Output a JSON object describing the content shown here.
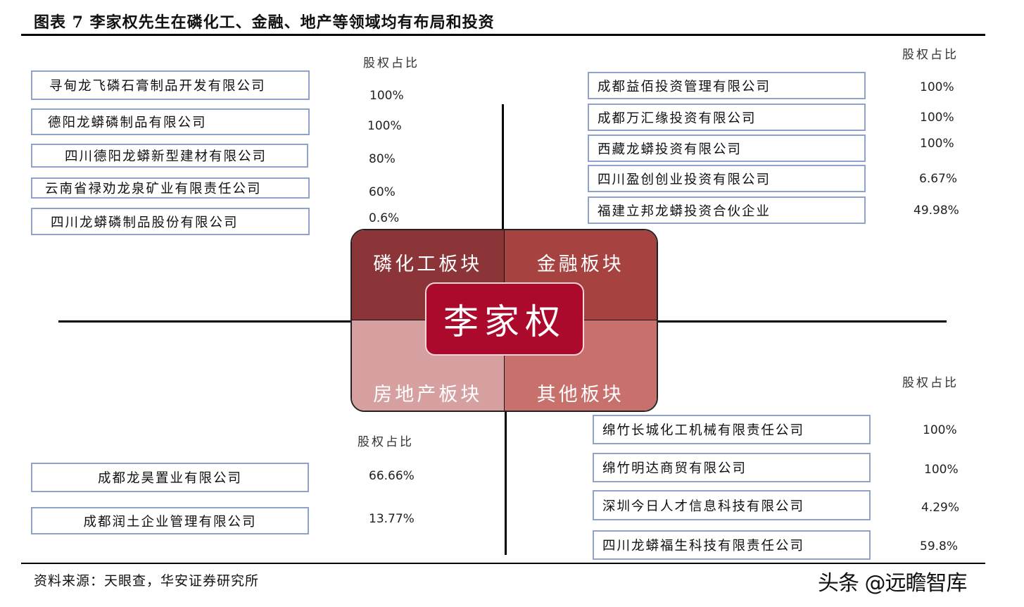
{
  "title": "图表 7 李家权先生在磷化工、金融、地产等领域均有布局和投资",
  "center_person": "李家权",
  "equity_header": "股权占比",
  "quadrants": {
    "top_left": "磷化工板块",
    "top_right": "金融板块",
    "bottom_left": "房地产板块",
    "bottom_right": "其他板块"
  },
  "phosphorus_chemical": [
    {
      "company": "寻甸龙飞磷石膏制品开发有限公司",
      "share": "100%"
    },
    {
      "company": "德阳龙蟒磷制品有限公司",
      "share": "100%"
    },
    {
      "company": "四川德阳龙蟒新型建材有限公司",
      "share": "80%"
    },
    {
      "company": "云南省禄劝龙泉矿业有限责任公司",
      "share": "60%"
    },
    {
      "company": "四川龙蟒磷制品股份有限公司",
      "share": "0.6%"
    }
  ],
  "finance": [
    {
      "company": "成都益佰投资管理有限公司",
      "share": "100%"
    },
    {
      "company": "成都万汇缘投资有限公司",
      "share": "100%"
    },
    {
      "company": "西藏龙蟒投资有限公司",
      "share": "100%"
    },
    {
      "company": "四川盈创创业投资有限公司",
      "share": "6.67%"
    },
    {
      "company": "福建立邦龙蟒投资合伙企业",
      "share": "49.98%"
    }
  ],
  "real_estate": [
    {
      "company": "成都龙昊置业有限公司",
      "share": "66.66%"
    },
    {
      "company": "成都润土企业管理有限公司",
      "share": "13.77%"
    }
  ],
  "other": [
    {
      "company": "绵竹长城化工机械有限责任公司",
      "share": "100%"
    },
    {
      "company": "绵竹明达商贸有限公司",
      "share": "100%"
    },
    {
      "company": "深圳今日人才信息科技有限公司",
      "share": "4.29%"
    },
    {
      "company": "四川龙蟒福生科技有限责任公司",
      "share": "59.8%"
    }
  ],
  "source": "资料来源：天眼查，华安证券研究所",
  "watermark": "头条 @远瞻智库",
  "colors": {
    "quad_top_left": "#8b3538",
    "quad_top_right": "#a6423f",
    "quad_bottom_left": "#d6a0a1",
    "quad_bottom_right": "#c7706c",
    "center": "#ab0a2c",
    "box_border": "#8fa2cc"
  }
}
